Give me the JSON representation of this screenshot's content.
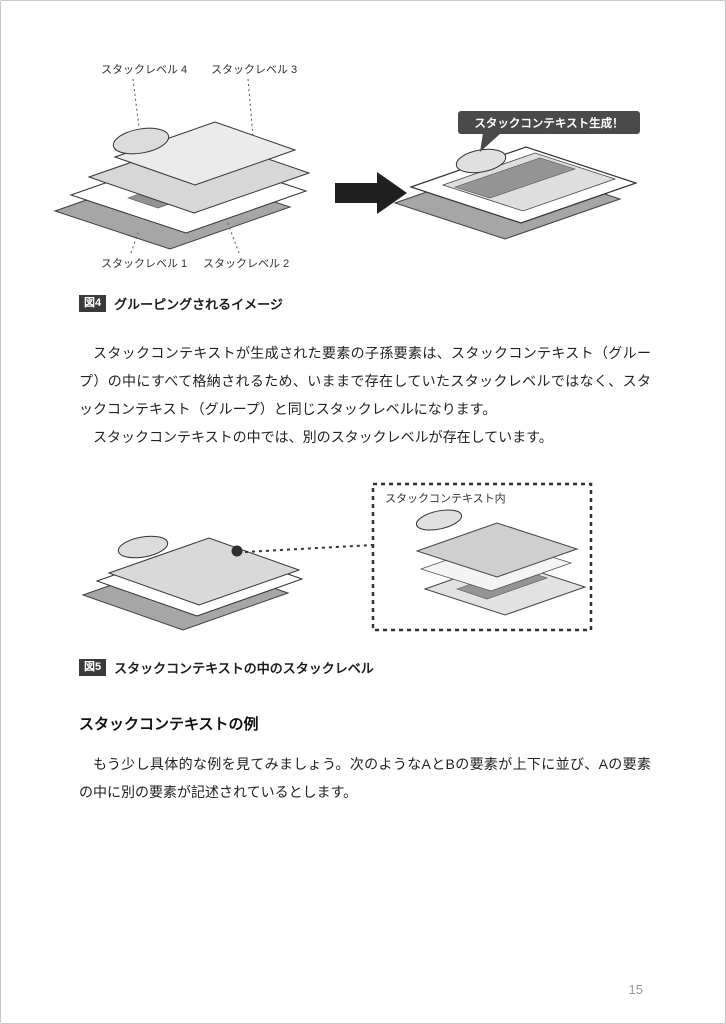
{
  "page": {
    "number": "15"
  },
  "figure4": {
    "labels": {
      "level4": "スタックレベル 4",
      "level3": "スタックレベル 3",
      "level1": "スタックレベル 1",
      "level2": "スタックレベル 2"
    },
    "bubble": "スタックコンテキスト生成！",
    "caption_tag": "図4",
    "caption": "グルーピングされるイメージ"
  },
  "paragraphs": {
    "p1": "スタックコンテキストが生成された要素の子孫要素は、スタックコンテキスト（グループ）の中にすべて格納されるため、いままで存在していたスタックレベルではなく、スタックコンテキスト（グループ）と同じスタックレベルになります。",
    "p2": "スタックコンテキストの中では、別のスタックレベルが存在しています。"
  },
  "figure5": {
    "box_label": "スタックコンテキスト内",
    "caption_tag": "図5",
    "caption": "スタックコンテキストの中のスタックレベル"
  },
  "section": {
    "heading": "スタックコンテキストの例",
    "p1": "もう少し具体的な例を見てみましょう。次のようなAとBの要素が上下に並び、Aの要素の中に別の要素が記述されているとします。"
  },
  "colors": {
    "bubble_bg": "#4a4a4a",
    "sheet_gray": "#a6a6a6",
    "sheet_light": "#d7d7d7",
    "caption_tag_bg": "#3a3a3a"
  }
}
